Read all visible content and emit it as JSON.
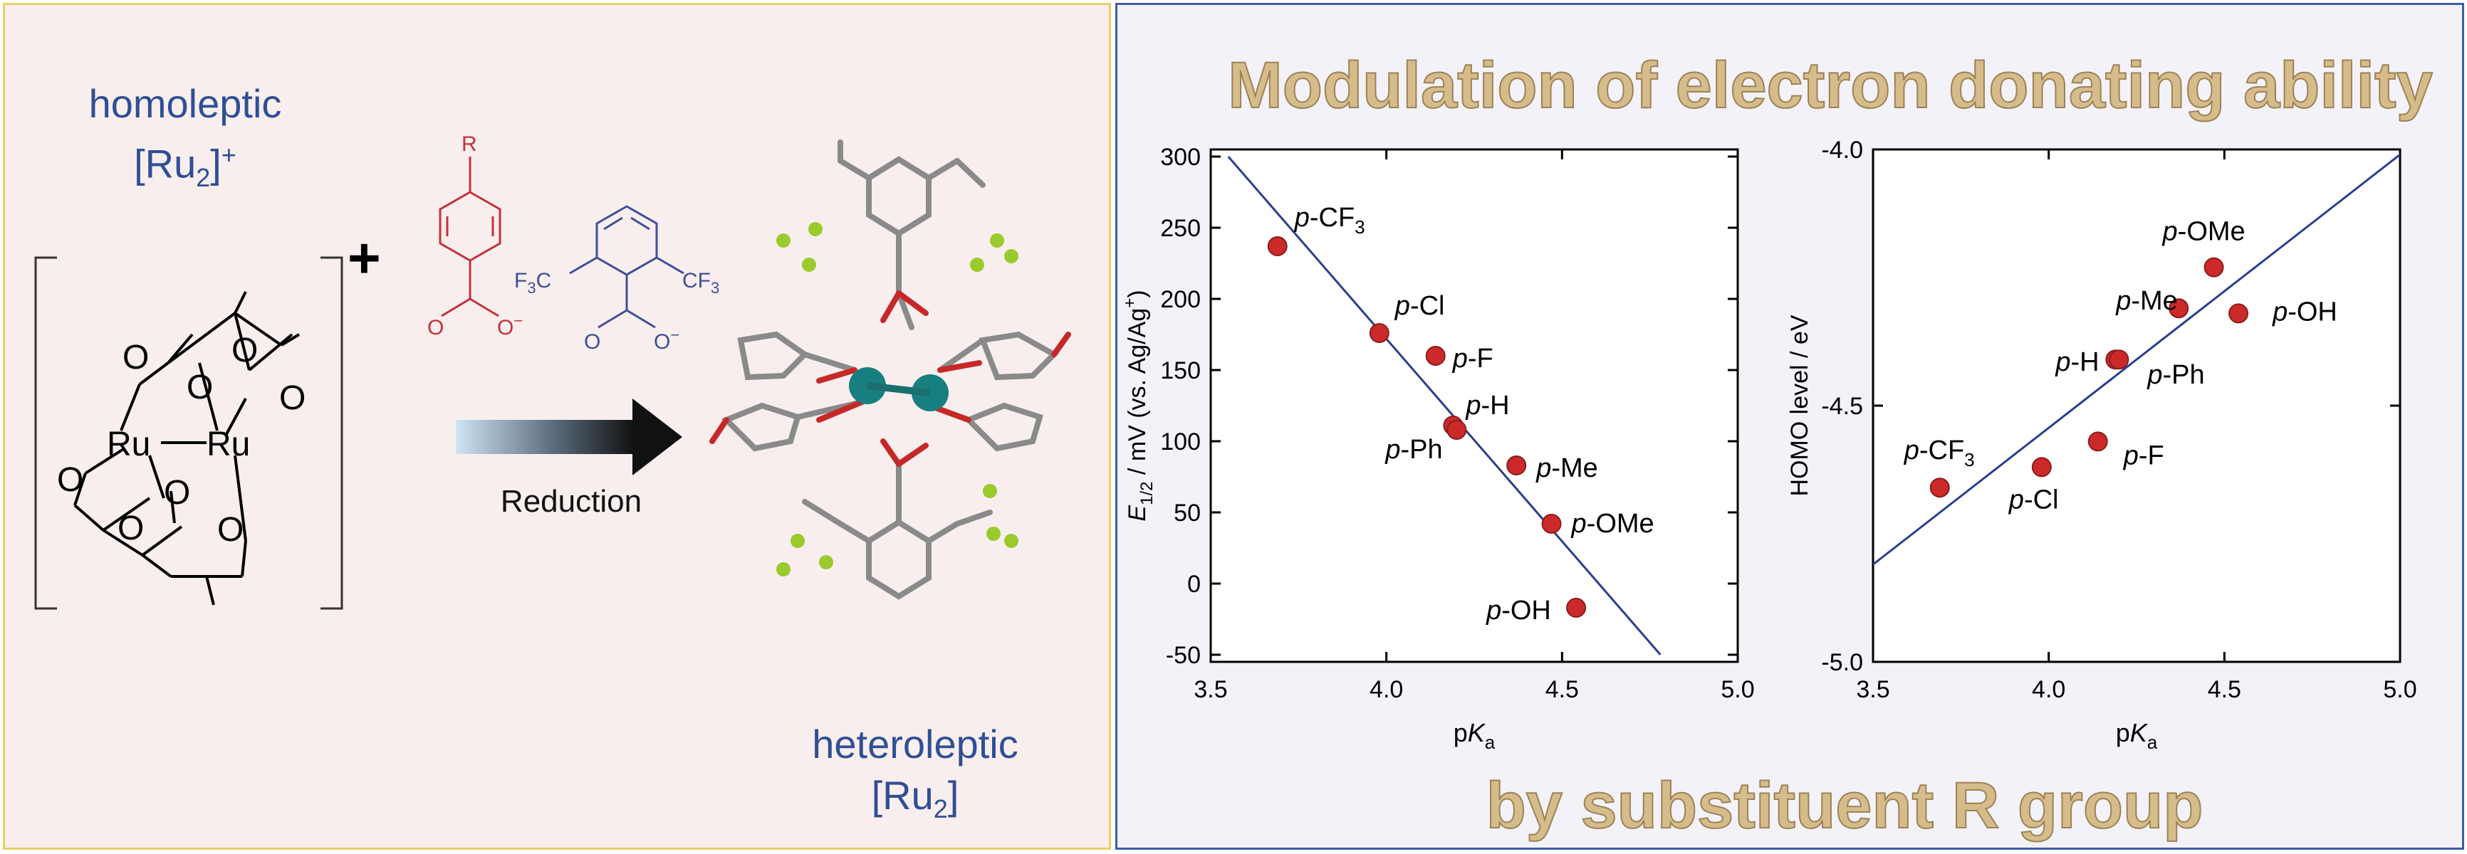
{
  "left": {
    "homoleptic_line1": "homoleptic",
    "homoleptic_line2": "[Ru",
    "homoleptic_sub": "2",
    "homoleptic_sup": "+",
    "plus": "+",
    "reagent_r": "R",
    "reagent_o_minus_1": "O",
    "reagent_o_minus_2": "O",
    "cf3_left": "F",
    "cf3_left_sub": "3",
    "cf3_left_end": "C",
    "cf3_right": "CF",
    "cf3_right_sub": "3",
    "minus": "−",
    "atom_o": "O",
    "atom_ru": "Ru",
    "reduction": "Reduction",
    "heteroleptic_line1": "heteroleptic",
    "heteroleptic_line2": "[Ru",
    "heteroleptic_sub": "2",
    "heteroleptic_end": "]"
  },
  "headline_top": "Modulation of electron donating ability",
  "headline_bottom": "by substituent R group",
  "colors": {
    "left_bg": "#f8eeee",
    "left_border": "#e9cf63",
    "right_bg": "#f4f2f9",
    "right_border": "#3f5f9f",
    "label_blue": "#2f4f95",
    "reagent_red": "#c4323a",
    "reagent_blue": "#3f4f9a",
    "point_red": "#cc2a2a",
    "fit_line": "#2c3f8f",
    "ru_teal": "#177f7f",
    "headline": "#d6bc8a"
  },
  "chart_data": [
    {
      "type": "scatter",
      "xlabel_prefix": "p",
      "xlabel_italic": "K",
      "xlabel_sub": "a",
      "ylabel_italic": "E",
      "ylabel_sub": "1/2",
      "ylabel_rest": " / mV (vs. Ag/Ag",
      "ylabel_sup": "+",
      "ylabel_end": ")",
      "xlim": [
        3.5,
        5.0
      ],
      "ylim": [
        -55,
        305
      ],
      "xticks": [
        3.5,
        4.0,
        4.5,
        5.0
      ],
      "xtick_labels": [
        "3.5",
        "4.0",
        "4.5",
        "5.0"
      ],
      "yticks": [
        -50,
        0,
        50,
        100,
        150,
        200,
        250,
        300
      ],
      "ytick_labels": [
        "-50",
        "0",
        "50",
        "100",
        "150",
        "200",
        "250",
        "300"
      ],
      "points": [
        {
          "label": "CF",
          "sub": "3",
          "x": 3.69,
          "y": 237
        },
        {
          "label": "Cl",
          "sub": "",
          "x": 3.98,
          "y": 176
        },
        {
          "label": "F",
          "sub": "",
          "x": 4.14,
          "y": 160
        },
        {
          "label": "H",
          "sub": "",
          "x": 4.19,
          "y": 111
        },
        {
          "label": "Ph",
          "sub": "",
          "x": 4.2,
          "y": 108
        },
        {
          "label": "Me",
          "sub": "",
          "x": 4.37,
          "y": 83
        },
        {
          "label": "OMe",
          "sub": "",
          "x": 4.47,
          "y": 42
        },
        {
          "label": "OH",
          "sub": "",
          "x": 4.54,
          "y": -17
        }
      ],
      "fit_line": [
        [
          3.55,
          300
        ],
        [
          4.78,
          -50
        ]
      ],
      "label_prefix": "p-"
    },
    {
      "type": "scatter",
      "xlabel_prefix": "p",
      "xlabel_italic": "K",
      "xlabel_sub": "a",
      "ylabel": "HOMO level / eV",
      "xlim": [
        3.5,
        5.0
      ],
      "ylim": [
        -5.0,
        -4.0
      ],
      "xticks": [
        3.5,
        4.0,
        4.5,
        5.0
      ],
      "xtick_labels": [
        "3.5",
        "4.0",
        "4.5",
        "5.0"
      ],
      "yticks": [
        -5.0,
        -4.5,
        -4.0
      ],
      "ytick_labels": [
        "-5.0",
        "-4.5",
        "-4.0"
      ],
      "points": [
        {
          "label": "CF",
          "sub": "3",
          "x": 3.69,
          "y": -4.66
        },
        {
          "label": "Cl",
          "sub": "",
          "x": 3.98,
          "y": -4.62
        },
        {
          "label": "F",
          "sub": "",
          "x": 4.14,
          "y": -4.57
        },
        {
          "label": "H",
          "sub": "",
          "x": 4.19,
          "y": -4.41
        },
        {
          "label": "Ph",
          "sub": "",
          "x": 4.2,
          "y": -4.41
        },
        {
          "label": "Me",
          "sub": "",
          "x": 4.37,
          "y": -4.31
        },
        {
          "label": "OMe",
          "sub": "",
          "x": 4.47,
          "y": -4.23
        },
        {
          "label": "OH",
          "sub": "",
          "x": 4.54,
          "y": -4.32
        }
      ],
      "fit_line": [
        [
          3.5,
          -4.81
        ],
        [
          5.0,
          -4.01
        ]
      ],
      "label_prefix": "p-"
    }
  ]
}
